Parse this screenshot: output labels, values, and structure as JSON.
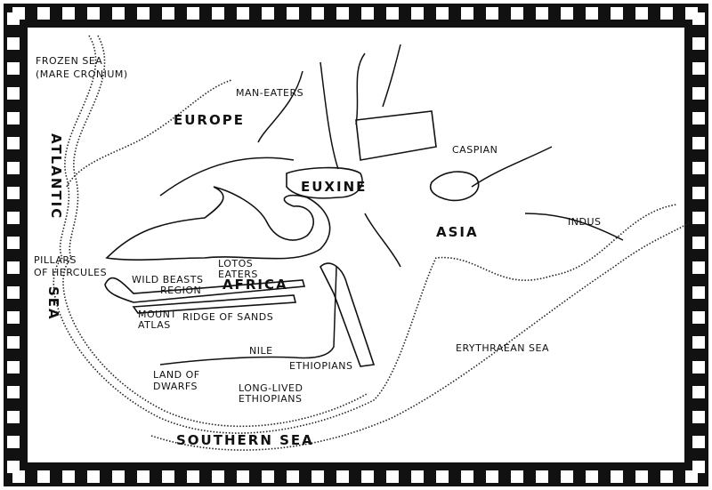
{
  "map": {
    "labels": {
      "frozen_sea": "FROZEN SEA",
      "mare_cronium": "(MARE CRONIUM)",
      "man_eaters": "MAN-EATERS",
      "europe": "EUROPE",
      "atlantic": "ATLANTIC",
      "euxine": "EUXINE",
      "caspian": "CASPIAN",
      "asia": "ASIA",
      "indus": "INDUS",
      "pillars": "PILLARS",
      "of_hercules": "OF HERCULES",
      "sea": "SEA",
      "lotos": "LOTOS",
      "eaters": "EATERS",
      "wild_beasts": "WILD BEASTS",
      "region": "REGION",
      "africa": "AFRICA",
      "mount": "MOUNT",
      "atlas": "ATLAS",
      "ridge_of_sands": "RIDGE OF SANDS",
      "nile": "NILE",
      "ethiopians": "ETHIOPIANS",
      "erythraean_sea": "ERYTHRAEAN SEA",
      "land_of": "LAND OF",
      "dwarfs": "DWARFS",
      "long_lived": "LONG-LIVED",
      "ethiopians2": "ETHIOPIANS",
      "southern_sea": "SOUTHERN SEA"
    }
  }
}
